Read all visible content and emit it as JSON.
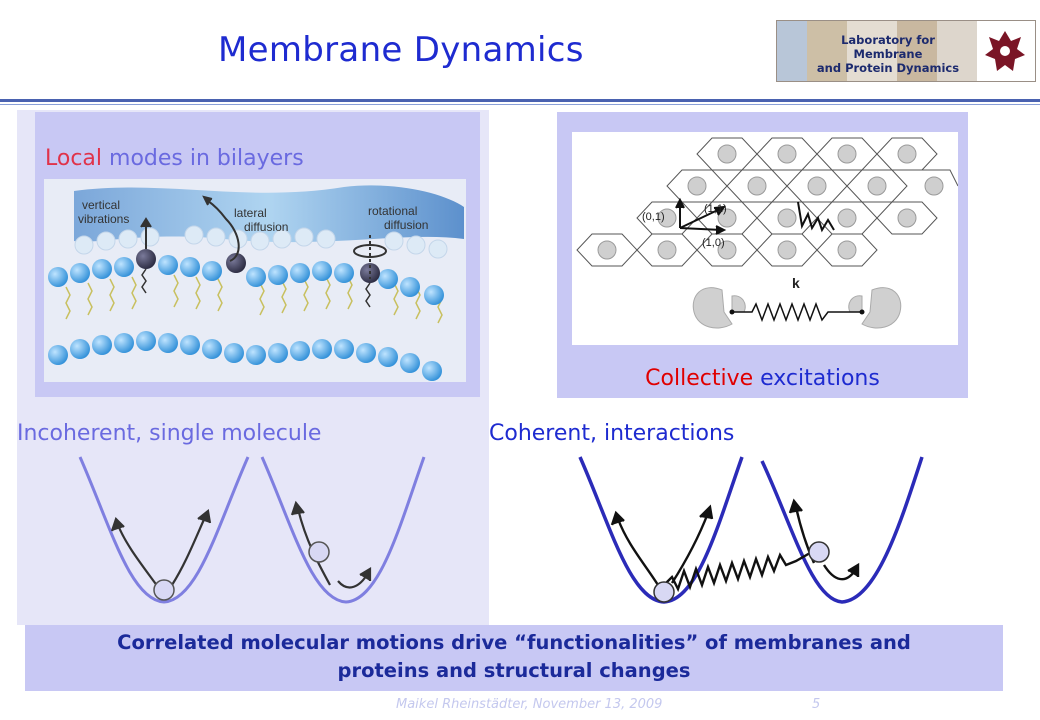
{
  "slide": {
    "title": "Membrane Dynamics",
    "logo_text_line1": "Laboratory for Membrane",
    "logo_text_line2": "and Protein Dynamics"
  },
  "left": {
    "caption_highlight": "Local",
    "caption_rest": " modes in bilayers",
    "figure_labels": {
      "vertical_1": "vertical",
      "vertical_2": "vibrations",
      "lateral_1": "lateral",
      "lateral_2": "diffusion",
      "rotational_1": "rotational",
      "rotational_2": "diffusion"
    },
    "wells_label": "Incoherent, single molecule"
  },
  "right": {
    "lattice_labels": {
      "v01": "(0,1)",
      "v11": "(1,1)",
      "v10": "(1,0)",
      "k": "k"
    },
    "caption_highlight": "Collective",
    "caption_rest": " excitations",
    "wells_label": "Coherent, interactions"
  },
  "summary": {
    "line1": "Correlated molecular motions drive “functionalities” of membranes and",
    "line2": "proteins and structural changes"
  },
  "footer": {
    "author": "Maikel Rheinstädter, November 13, 2009",
    "page": "5"
  },
  "colors": {
    "title": "#1e2bd0",
    "highlight_local": "#e0334a",
    "highlight_collective": "#e00000",
    "panel_light": "#e6e6f8",
    "panel_mid": "#c8c8f4"
  }
}
